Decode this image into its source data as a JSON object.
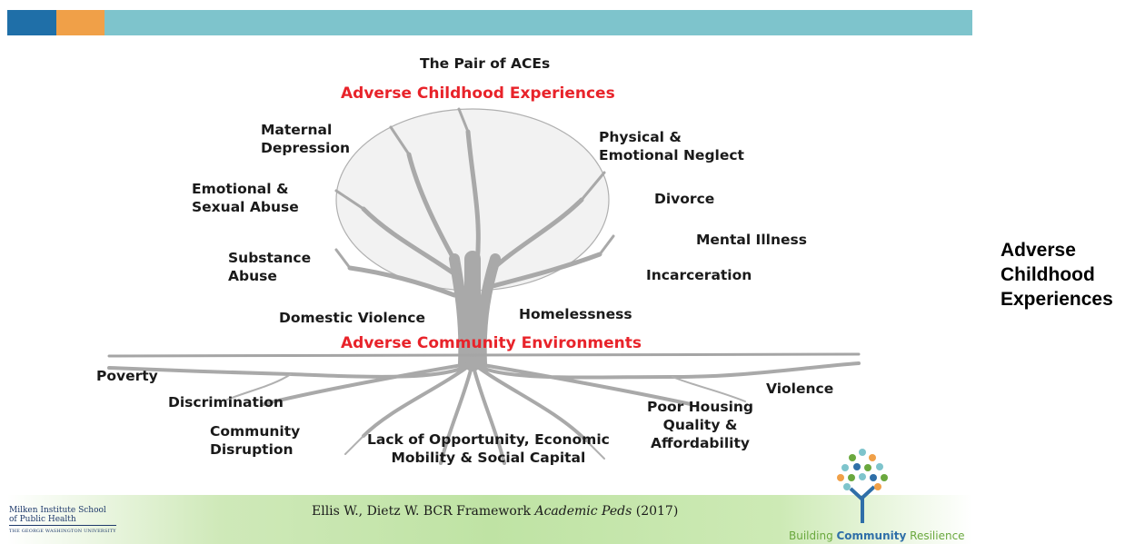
{
  "diagram": {
    "title": "The Pair of ACEs",
    "top_heading": "Adverse Childhood Experiences",
    "bottom_heading": "Adverse Community Environments",
    "childhood_items": [
      "Maternal\nDepression",
      "Physical &\nEmotional Neglect",
      "Emotional &\nSexual Abuse",
      "Divorce",
      "Mental Illness",
      "Substance\nAbuse",
      "Incarceration",
      "Domestic Violence",
      "Homelessness"
    ],
    "community_items": [
      "Poverty",
      "Discrimination",
      "Violence",
      "Poor Housing\nQuality &\nAffordability",
      "Community\nDisruption",
      "Lack of Opportunity, Economic\nMobility & Social Capital"
    ]
  },
  "footer": {
    "institution_line1": "Milken Institute School",
    "institution_line2": "of Public Health",
    "institution_line3": "THE GEORGE WASHINGTON UNIVERSITY",
    "citation_prefix": "Ellis W., Dietz W. BCR Framework ",
    "citation_journal": "Academic Peds",
    "citation_year": " (2017)",
    "bcr_part1": "Building ",
    "bcr_part2": "Community",
    "bcr_part3": " Resilience"
  },
  "sidebar_title": "Adverse\nChildhood\nExperiences",
  "colors": {
    "heading_red": "#e8232a",
    "bar_teal": "#7ec4cc",
    "bar_blue": "#1f6fa8",
    "bar_orange": "#f0a048",
    "tree_gray": "#a9a9a9"
  }
}
